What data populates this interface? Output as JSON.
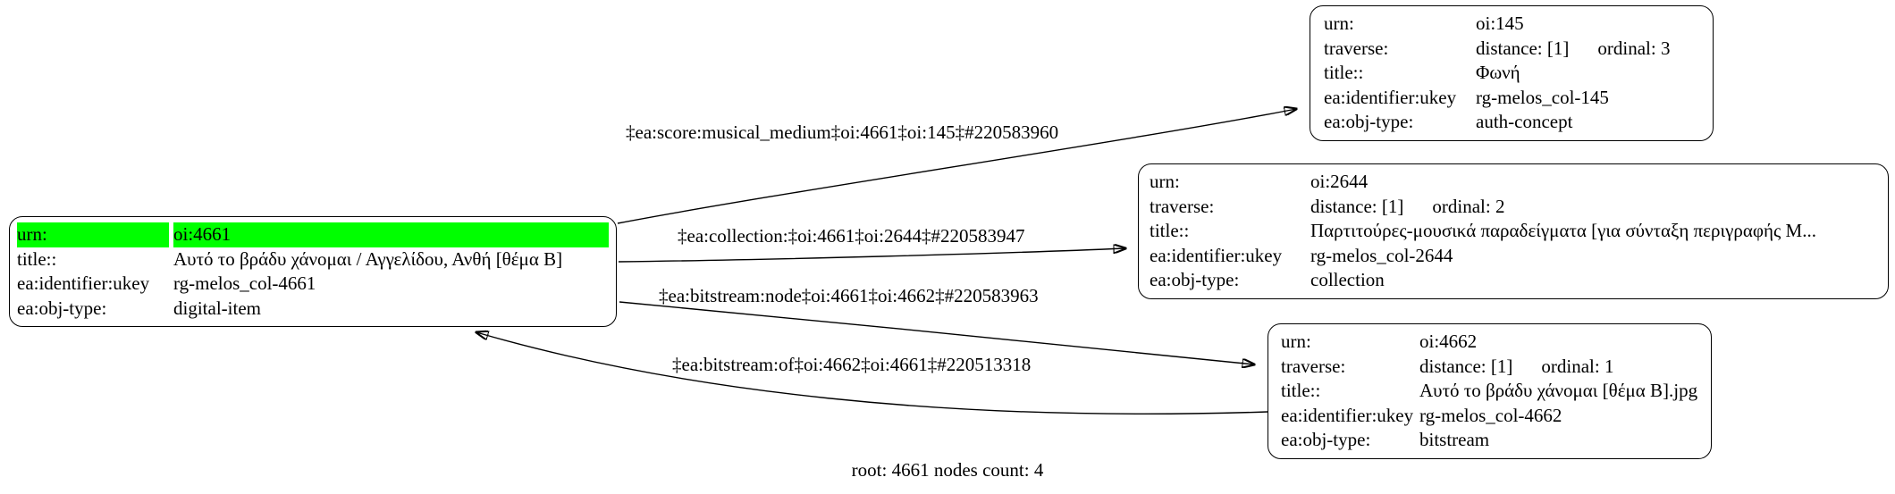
{
  "graph": {
    "root_label": "root: 4661 nodes count: 4"
  },
  "colors": {
    "highlight_green": "#00ff00",
    "node_border": "#000000",
    "edge": "#000000",
    "background": "#ffffff"
  },
  "nodes": [
    {
      "id": "oi:4661",
      "rows": [
        {
          "label": "urn:",
          "value": "oi:4661"
        },
        {
          "label": "title::",
          "value": "Αυτό το βράδυ χάνομαι / Αγγελίδου, Ανθή [θέμα Β]"
        },
        {
          "label": "ea:identifier:ukey",
          "value": "rg-melos_col-4661"
        },
        {
          "label": "ea:obj-type:",
          "value": "digital-item"
        }
      ]
    },
    {
      "id": "oi:145",
      "rows": [
        {
          "label": "urn:",
          "value": "oi:145"
        },
        {
          "label": "traverse:",
          "value": "distance: [1]",
          "value2": "ordinal: 3"
        },
        {
          "label": "title::",
          "value": "Φωνή"
        },
        {
          "label": "ea:identifier:ukey",
          "value": "rg-melos_col-145"
        },
        {
          "label": "ea:obj-type:",
          "value": "auth-concept"
        }
      ]
    },
    {
      "id": "oi:2644",
      "rows": [
        {
          "label": "urn:",
          "value": "oi:2644"
        },
        {
          "label": "traverse:",
          "value": "distance: [1]",
          "value2": "ordinal: 2"
        },
        {
          "label": "title::",
          "value": "Παρτιτούρες-μουσικά παραδείγματα [για σύνταξη περιγραφής Μ..."
        },
        {
          "label": "ea:identifier:ukey",
          "value": "rg-melos_col-2644"
        },
        {
          "label": "ea:obj-type:",
          "value": "collection"
        }
      ]
    },
    {
      "id": "oi:4662",
      "rows": [
        {
          "label": "urn:",
          "value": "oi:4662"
        },
        {
          "label": "traverse:",
          "value": "distance: [1]",
          "value2": "ordinal: 1"
        },
        {
          "label": "title::",
          "value": "Αυτό το βράδυ χάνομαι [θέμα Β].jpg"
        },
        {
          "label": "ea:identifier:ukey",
          "value": "rg-melos_col-4662"
        },
        {
          "label": "ea:obj-type:",
          "value": "bitstream"
        }
      ]
    }
  ],
  "edges": [
    {
      "label": "‡ea:score:musical_medium‡oi:4661‡oi:145‡#220583960",
      "from": "oi:4661",
      "to": "oi:145"
    },
    {
      "label": "‡ea:collection:‡oi:4661‡oi:2644‡#220583947",
      "from": "oi:4661",
      "to": "oi:2644"
    },
    {
      "label": "‡ea:bitstream:node‡oi:4661‡oi:4662‡#220583963",
      "from": "oi:4661",
      "to": "oi:4662"
    },
    {
      "label": "‡ea:bitstream:of‡oi:4662‡oi:4661‡#220513318",
      "from": "oi:4662",
      "to": "oi:4661"
    }
  ]
}
